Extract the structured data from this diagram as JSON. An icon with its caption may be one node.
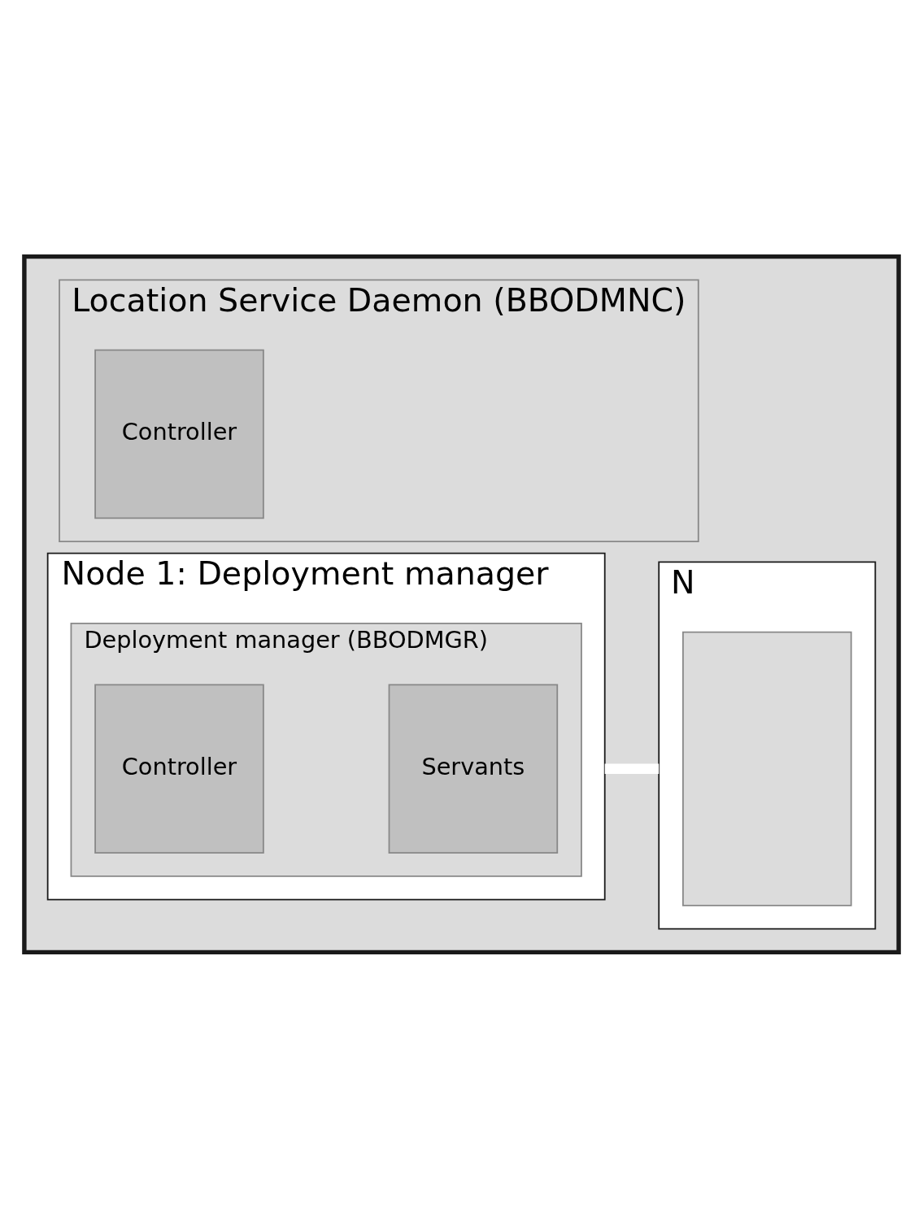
{
  "diagram": {
    "nodes": [
      {
        "text": [],
        "shape": "box"
      },
      {
        "text": [
          "Location Service Daemon (BBODMNC)"
        ],
        "in": 0
      },
      {
        "text": [
          "Controller"
        ],
        "in": 1
      },
      {
        "text": [
          "Node 1: Deployment manager"
        ],
        "in": 0
      },
      {
        "text": [
          "Deployment manager (BBODMGR)"
        ],
        "in": 3
      },
      {
        "text": [
          "Controller"
        ],
        "in": 4
      },
      {
        "text": [
          "Servants"
        ],
        "in": 4
      },
      {
        "text": [
          "N"
        ],
        "in": 0
      },
      {
        "text": [],
        "shape": "box",
        "in": 7
      }
    ],
    "edges": [
      {
        "from": 3,
        "to": 7,
        "arrow": "none",
        "color": "#ffffff"
      }
    ]
  }
}
